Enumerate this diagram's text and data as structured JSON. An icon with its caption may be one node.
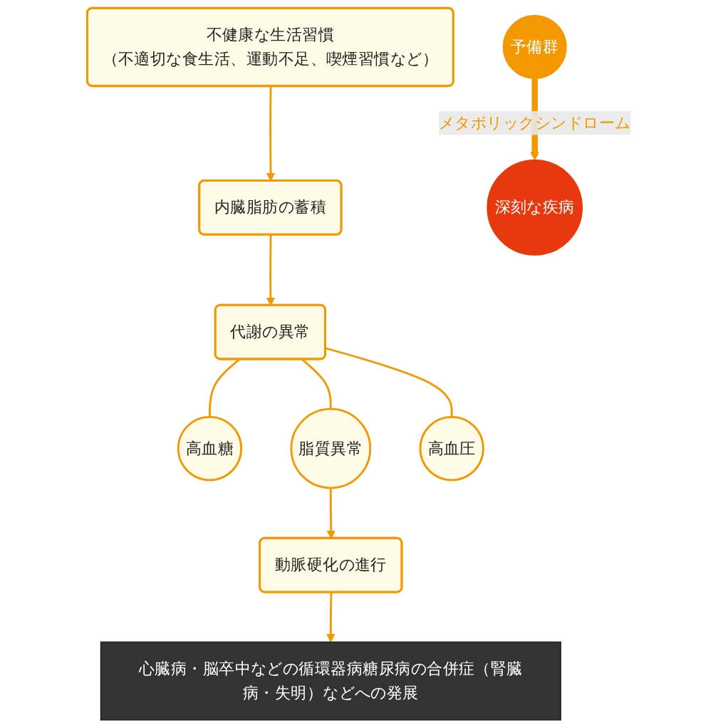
{
  "diagram": {
    "nodes": [
      {
        "text": [
          "不健康な生活習慣",
          "（不適切な食生活、運動不足、喫煙習慣など）"
        ]
      },
      {
        "text": [
          "内臓脂肪の蓄積"
        ]
      },
      {
        "text": [
          "代謝の異常"
        ]
      },
      {
        "text": [
          "高血糖"
        ]
      },
      {
        "text": [
          "脂質異常"
        ]
      },
      {
        "text": [
          "高血圧"
        ]
      },
      {
        "text": [
          "動脈硬化の進行"
        ]
      },
      {
        "text": [
          "心臓病・脳卒中などの循環器病糖尿病の合併症（腎臓病・失明）などへの発展"
        ]
      },
      {
        "text": [
          "予備群"
        ]
      },
      {
        "text": [
          "深刻な疾病"
        ]
      }
    ],
    "edges": [
      {
        "from": 0,
        "to": 1,
        "arrow": "to"
      },
      {
        "from": 1,
        "to": 2,
        "arrow": "to"
      },
      {
        "from": 2,
        "to": 3,
        "arrow": "none"
      },
      {
        "from": 2,
        "to": 4,
        "arrow": "none"
      },
      {
        "from": 2,
        "to": 5,
        "arrow": "none"
      },
      {
        "from": 4,
        "to": 6,
        "arrow": "to"
      },
      {
        "from": 6,
        "to": 7,
        "arrow": "to"
      },
      {
        "from": 8,
        "to": 9,
        "arrow": "to",
        "label": "メタボリックシンドローム",
        "style": "thick"
      }
    ]
  }
}
